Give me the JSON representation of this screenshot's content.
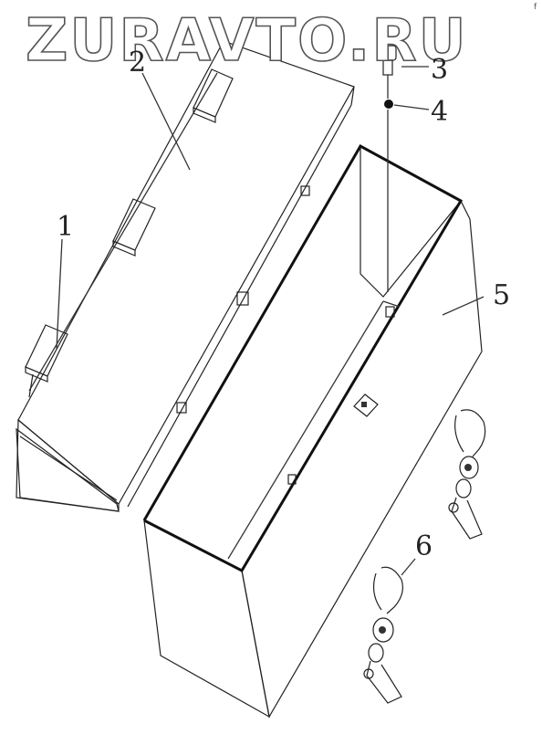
{
  "watermark": "ZURAVTO.RU",
  "corner_mark": "f",
  "callouts": [
    {
      "id": "1",
      "label": "1"
    },
    {
      "id": "2",
      "label": "2"
    },
    {
      "id": "3",
      "label": "3"
    },
    {
      "id": "4",
      "label": "4"
    },
    {
      "id": "5",
      "label": "5"
    },
    {
      "id": "6",
      "label": "6"
    }
  ]
}
